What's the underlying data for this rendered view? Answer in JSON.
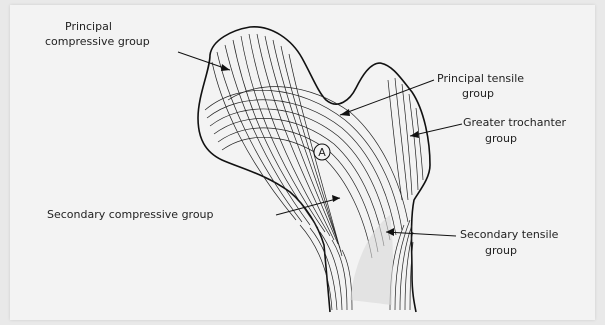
{
  "labels": {
    "principal_compressive": [
      "Principal",
      "compressive group"
    ],
    "principal_tensile": [
      "Principal tensile",
      "group"
    ],
    "greater_trochanter": [
      "Greater trochanter",
      "group"
    ],
    "secondary_compressive": "Secondary compressive group",
    "secondary_tensile": [
      "Secondary tensile",
      "group"
    ],
    "ward_marker": "A"
  }
}
